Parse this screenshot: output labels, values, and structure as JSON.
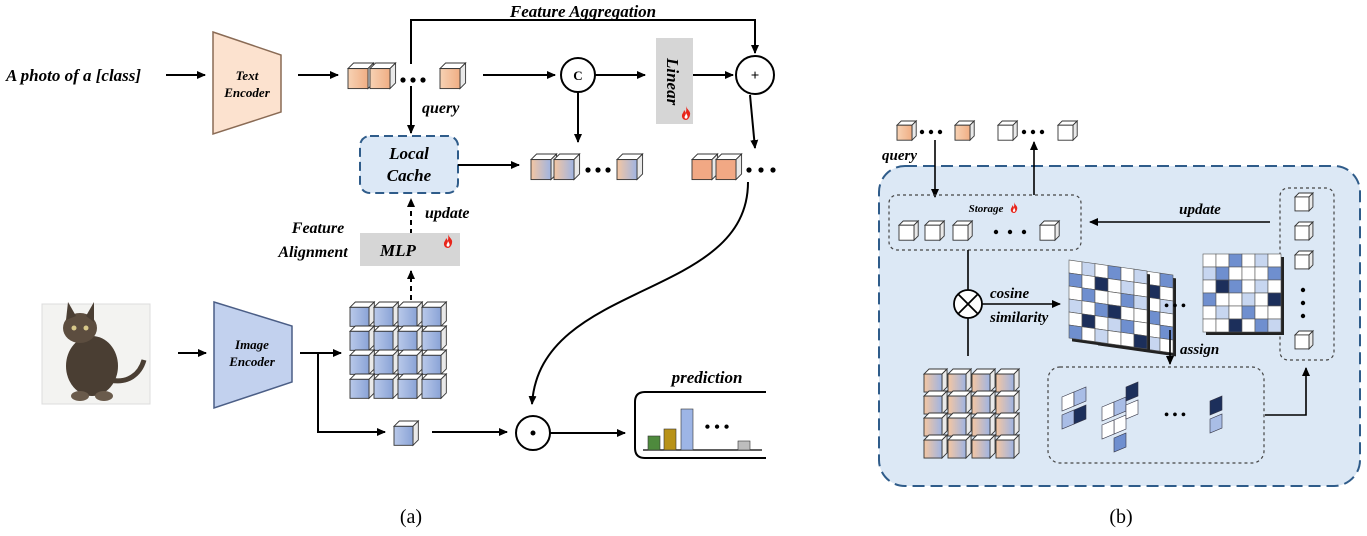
{
  "panel_a": {
    "input_text": "A photo of a [class]",
    "text_encoder": [
      "Text",
      "Encoder"
    ],
    "image_encoder": [
      "Image",
      "Encoder"
    ],
    "feature_aggregation": "Feature Aggregation",
    "concat_symbol": "C",
    "plus_symbol": "+",
    "dot_symbol": "·",
    "linear": "Linear",
    "query": "query",
    "local_cache": [
      "Local",
      "Cache"
    ],
    "update": "update",
    "feature_alignment": [
      "Feature",
      "Alignment"
    ],
    "mlp": "MLP",
    "prediction": "prediction",
    "ellipsis": "• • •",
    "caption": "(a)"
  },
  "panel_b": {
    "query": "query",
    "storage": "Storage",
    "update": "update",
    "cosine": "cosine",
    "similarity": "similarity",
    "assign": "assign",
    "ellipsis": "• • •",
    "caption": "(b)"
  },
  "colors": {
    "text_token": "#f6c4a0",
    "image_token": "#a9bde6",
    "cache_fill": "#dce8f6",
    "panel_b_bg": "#dce8f5",
    "panel_border": "#2f5c8a",
    "mlp_gray": "#d6d6d6",
    "flame": "#e8251b",
    "grid_dark": "#1c2f5b",
    "grid_mid": "#6f8fcf",
    "grid_light": "#c7d6f0"
  },
  "icons": [
    "cat-photo",
    "flame-icon",
    "cube-token-icon",
    "concat-circle-icon",
    "plus-circle-icon",
    "dot-product-icon",
    "cosine-otimes-icon"
  ]
}
